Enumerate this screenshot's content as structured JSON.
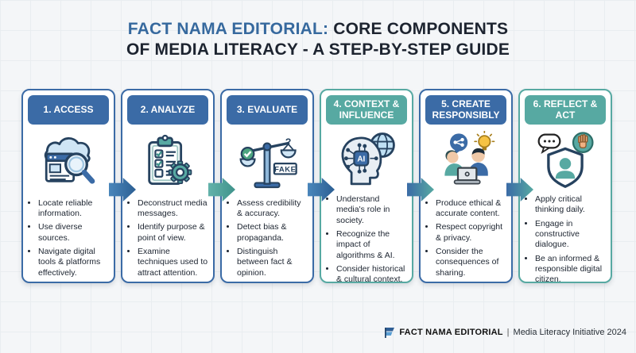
{
  "title": {
    "brand": "FACT NAMA EDITORIAL:",
    "rest": "CORE COMPONENTS OF MEDIA LITERACY - A STEP-BY-STEP GUIDE"
  },
  "colors": {
    "blue": "#3b6ba6",
    "teal": "#57a9a2",
    "title_blue": "#36699e",
    "text_dark": "#1c2430",
    "background": "#f4f6f8"
  },
  "cards": [
    {
      "title": "1. ACCESS",
      "theme": "blue",
      "icon": "cloud-search-browser-icon",
      "bullets": [
        "Locate reliable information.",
        "Use diverse sources.",
        "Navigate digital tools & platforms effectively."
      ]
    },
    {
      "title": "2. ANALYZE",
      "theme": "teal",
      "icon": "clipboard-checklist-gear-icon",
      "bullets": [
        "Deconstruct media messages.",
        "Identify purpose & point of view.",
        "Examine techniques used to attract attention."
      ]
    },
    {
      "title": "3. EVALUATE",
      "theme": "blue",
      "icon": "balance-scale-fake-icon",
      "bullets": [
        "Assess credibility & accuracy.",
        "Detect bias & propaganda.",
        "Distinguish between fact & opinion."
      ]
    },
    {
      "title": "4. CONTEXT & INFLUENCE",
      "theme": "teal",
      "icon": "ai-head-globe-icon",
      "bullets": [
        "Understand media's role in society.",
        "Recognize the impact of algorithms & AI.",
        "Consider historical & cultural context."
      ]
    },
    {
      "title": "5. CREATE RESPONSIBLY",
      "theme": "blue",
      "icon": "people-laptop-share-icon",
      "bullets": [
        "Produce ethical & accurate content.",
        "Respect copyright & privacy.",
        "Consider the consequences of sharing."
      ]
    },
    {
      "title": "6. REFLECT & ACT",
      "theme": "teal",
      "icon": "shield-person-dialogue-icon",
      "bullets": [
        "Apply critical thinking daily.",
        "Engage in constructive dialogue.",
        "Be an informed & responsible digital citizen."
      ]
    }
  ],
  "arrows": [
    {
      "from": "#4a86bb",
      "to": "#2c5f93"
    },
    {
      "from": "#63b2aa",
      "to": "#3f938b"
    },
    {
      "from": "#4a86bb",
      "to": "#2c5f93"
    },
    {
      "from": "#3b6ba6",
      "to": "#57a9a2"
    },
    {
      "from": "#3b6ba6",
      "to": "#57a9a2"
    }
  ],
  "footer": {
    "logo_icon": "flag-logo-icon",
    "brand": "FACT NAMA EDITORIAL",
    "separator": "|",
    "text": "Media Literacy Initiative 2024"
  }
}
